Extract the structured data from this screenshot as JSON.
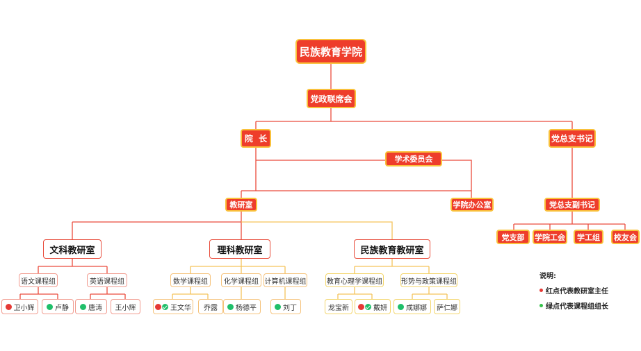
{
  "colors": {
    "node_fill": "#ee3d2b",
    "node_border": "#f9c13b",
    "line_red": "#ea4b3c",
    "line_yellow": "#f5c35a",
    "leader_dot": "#e53935",
    "member_dot": "#1fbf6a"
  },
  "root": "民族教育学院",
  "council": "党政联席会",
  "dean": "院  长",
  "party_secretary": "党总支书记",
  "academic_committee": "学术委员会",
  "teaching_research": "教研室",
  "college_office": "学院办公室",
  "deputy_secretary": "党总支副书记",
  "party_units": [
    "党支部",
    "学院工会",
    "学工组",
    "校友会"
  ],
  "departments": {
    "liberal_arts": {
      "name": "文科教研室",
      "groups": [
        {
          "name": "语文课程组",
          "members": [
            {
              "name": "卫小辉",
              "dot": "red"
            },
            {
              "name": "卢静",
              "dot": "green"
            }
          ]
        },
        {
          "name": "英语课程组",
          "members": [
            {
              "name": "唐涛",
              "dot": "green"
            },
            {
              "name": "王小辉",
              "dot": "none"
            }
          ]
        }
      ]
    },
    "science": {
      "name": "理科教研室",
      "groups": [
        {
          "name": "数学课程组",
          "members": [
            {
              "name": "王文华",
              "dot": "red-green"
            },
            {
              "name": "乔露",
              "dot": "none"
            }
          ]
        },
        {
          "name": "化学课程组",
          "members": [
            {
              "name": "杨德平",
              "dot": "green"
            }
          ]
        },
        {
          "name": "计算机课程组",
          "members": [
            {
              "name": "刘丁",
              "dot": "green"
            }
          ]
        }
      ]
    },
    "ethnic_education": {
      "name": "民族教育教研室",
      "groups": [
        {
          "name": "教育心理学课程组",
          "members": [
            {
              "name": "龙宝新",
              "dot": "none"
            },
            {
              "name": "戴妍",
              "dot": "red-green"
            }
          ]
        },
        {
          "name": "形势与政策课程组",
          "members": [
            {
              "name": "成娜娜",
              "dot": "green"
            },
            {
              "name": "萨仁娜",
              "dot": "none"
            }
          ]
        }
      ]
    }
  },
  "legend": {
    "title": "说明:",
    "red_text": "红点代表教研室主任",
    "green_text": "绿点代表课程组组长",
    "red_color": "#e53935",
    "green_color": "#35c24a"
  }
}
